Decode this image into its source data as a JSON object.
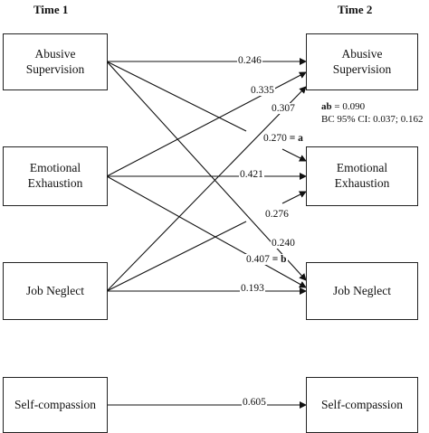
{
  "headers": {
    "time1": "Time 1",
    "time2": "Time 2"
  },
  "time1_boxes": {
    "abusive": {
      "line1": "Abusive",
      "line2": "Supervision"
    },
    "emotional": {
      "line1": "Emotional",
      "line2": "Exhaustion"
    },
    "neglect": {
      "line1": "Job Neglect"
    },
    "selfcomp": {
      "line1": "Self-compassion"
    }
  },
  "time2_boxes": {
    "abusive": {
      "line1": "Abusive",
      "line2": "Supervision"
    },
    "emotional": {
      "line1": "Emotional",
      "line2": "Exhaustion"
    },
    "neglect": {
      "line1": "Job Neglect"
    },
    "selfcomp": {
      "line1": "Self-compassion"
    }
  },
  "paths": {
    "ab_ab": "0.246",
    "ee_ab": "0.335",
    "jn_ab": "0.307",
    "ab_ee_val": "0.270",
    "ab_ee_mark": "= a",
    "ee_ee": "0.421",
    "jn_ee": "0.276",
    "ab_jn": "0.240",
    "ee_jn_val": "0.407",
    "ee_jn_mark": "= b",
    "jn_jn": "0.193",
    "sc_sc": "0.605"
  },
  "indirect": {
    "label": "ab",
    "value": "= 0.090",
    "ci": "BC 95% CI: 0.037; 0.162"
  }
}
